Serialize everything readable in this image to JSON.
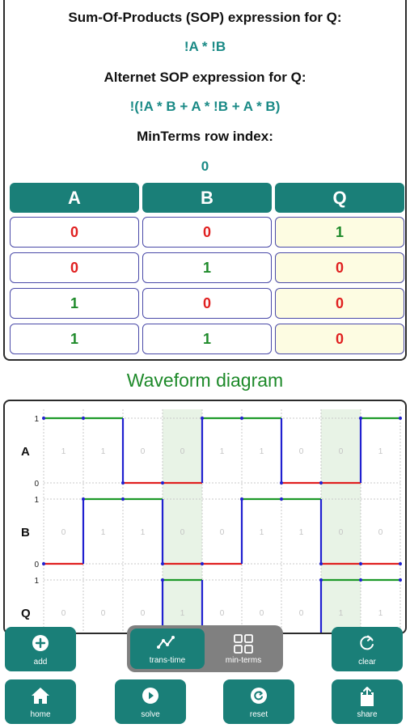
{
  "expressions": {
    "sop_label": "Sum-Of-Products (SOP) expression for Q:",
    "sop_value": "!A * !B",
    "alt_label": "Alternet SOP expression for Q:",
    "alt_value": "!(!A * B + A * !B + A * B)",
    "minterms_label": "MinTerms row index:",
    "minterms_value": "0"
  },
  "truth_table": {
    "headers": [
      "A",
      "B",
      "Q"
    ],
    "rows": [
      [
        "0",
        "0",
        "1"
      ],
      [
        "0",
        "1",
        "0"
      ],
      [
        "1",
        "0",
        "0"
      ],
      [
        "1",
        "1",
        "0"
      ]
    ]
  },
  "waveform": {
    "title": "Waveform diagram",
    "signals": [
      {
        "name": "A",
        "values": [
          1,
          1,
          0,
          0,
          1,
          1,
          0,
          0,
          1
        ],
        "labels": [
          "1",
          "1",
          "0",
          "0",
          "1",
          "1",
          "0",
          "0",
          "1"
        ]
      },
      {
        "name": "B",
        "values": [
          0,
          1,
          1,
          0,
          0,
          1,
          1,
          0,
          0
        ],
        "labels": [
          "0",
          "1",
          "1",
          "0",
          "0",
          "1",
          "1",
          "0",
          "0"
        ]
      },
      {
        "name": "Q",
        "values": [
          0,
          0,
          0,
          1,
          0,
          0,
          0,
          1,
          1
        ],
        "labels": [
          "0",
          "0",
          "0",
          "1",
          "0",
          "0",
          "0",
          "1",
          "1"
        ]
      }
    ],
    "level_high": "1",
    "level_low": "0",
    "highlighted_columns": [
      3,
      7
    ],
    "colors": {
      "high": "#1e9a2a",
      "low": "#e02020",
      "edge": "#2020d0",
      "highlight": "#e8f3e6"
    }
  },
  "buttons": {
    "add": "add",
    "trans_time": "trans-time",
    "min_terms": "min-terms",
    "clear": "clear",
    "home": "home",
    "solve": "solve",
    "reset": "reset",
    "share": "share"
  },
  "colors": {
    "accent": "#1a7f78",
    "zero": "#e02020",
    "one": "#1e8a2a",
    "segment_bg": "#808080"
  }
}
